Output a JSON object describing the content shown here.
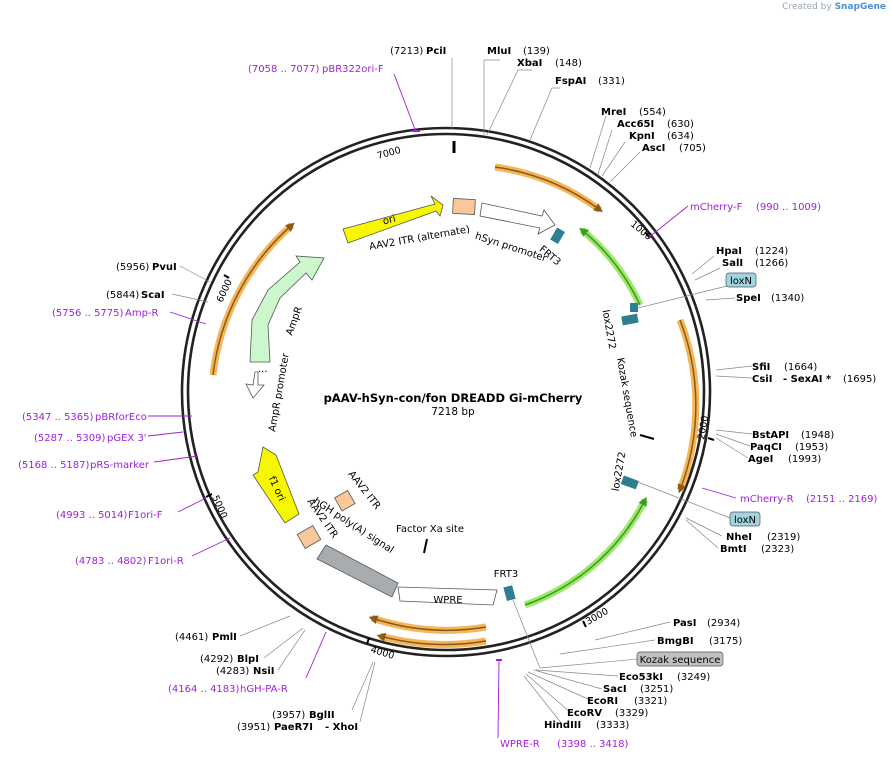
{
  "credit": {
    "prefix": "Created by",
    "brand": "SnapGene"
  },
  "plasmid": {
    "name": "pAAV-hSyn-con/fon DREADD Gi-mCherry",
    "size_label": "7218 bp"
  },
  "ticks": [
    "1000",
    "2000",
    "3000",
    "4000",
    "5000",
    "6000",
    "7000"
  ],
  "enzymes": [
    {
      "pos": "(7213)",
      "name": "PciI"
    },
    {
      "pos": "(139)",
      "name": "MluI"
    },
    {
      "pos": "(148)",
      "name": "XbaI"
    },
    {
      "pos": "(331)",
      "name": "FspAI"
    },
    {
      "pos": "(554)",
      "name": "MreI"
    },
    {
      "pos": "(630)",
      "name": "Acc65I"
    },
    {
      "pos": "(634)",
      "name": "KpnI"
    },
    {
      "pos": "(705)",
      "name": "AscI"
    },
    {
      "pos": "(1224)",
      "name": "HpaI"
    },
    {
      "pos": "(1266)",
      "name": "SalI"
    },
    {
      "pos": "(1340)",
      "name": "SpeI"
    },
    {
      "pos": "(1664)",
      "name": "SfiI"
    },
    {
      "pos": "(1695)",
      "name": "CsiI",
      "extra": "- SexAI *"
    },
    {
      "pos": "(1948)",
      "name": "BstAPI"
    },
    {
      "pos": "(1953)",
      "name": "PaqCI"
    },
    {
      "pos": "(1993)",
      "name": "AgeI"
    },
    {
      "pos": "(2319)",
      "name": "NheI"
    },
    {
      "pos": "(2323)",
      "name": "BmtI"
    },
    {
      "pos": "(2934)",
      "name": "PasI"
    },
    {
      "pos": "(3175)",
      "name": "BmgBI"
    },
    {
      "pos": "(3249)",
      "name": "Eco53kI"
    },
    {
      "pos": "(3251)",
      "name": "SacI"
    },
    {
      "pos": "(3321)",
      "name": "EcoRI"
    },
    {
      "pos": "(3329)",
      "name": "EcoRV"
    },
    {
      "pos": "(3333)",
      "name": "HindIII"
    },
    {
      "pos": "(3957)",
      "name": "BglII"
    },
    {
      "pos": "(3951)",
      "name": "PaeR7I",
      "extra": "- XhoI"
    },
    {
      "pos": "(4283)",
      "name": "NsiI"
    },
    {
      "pos": "(4292)",
      "name": "BlpI"
    },
    {
      "pos": "(4461)",
      "name": "PmlI"
    },
    {
      "pos": "(5844)",
      "name": "ScaI"
    },
    {
      "pos": "(5956)",
      "name": "PvuI"
    }
  ],
  "primers": [
    {
      "range": "(7058 .. 7077)",
      "name": "pBR322ori-F"
    },
    {
      "range": "(990 .. 1009)",
      "name": "mCherry-F"
    },
    {
      "range": "(2151 .. 2169)",
      "name": "mCherry-R"
    },
    {
      "range": "(3398 .. 3418)",
      "name": "WPRE-R"
    },
    {
      "range": "(4164 .. 4183)",
      "name": "hGH-PA-R"
    },
    {
      "range": "(4783 .. 4802)",
      "name": "F1ori-R"
    },
    {
      "range": "(4993 .. 5014)",
      "name": "F1ori-F"
    },
    {
      "range": "(5168 .. 5187)",
      "name": "pRS-marker"
    },
    {
      "range": "(5287 .. 5309)",
      "name": "pGEX 3'"
    },
    {
      "range": "(5347 .. 5365)",
      "name": "pBRforEco"
    },
    {
      "range": "(5756 .. 5775)",
      "name": "Amp-R"
    }
  ],
  "boxed_labels": {
    "loxn_top": "loxN",
    "loxn_bottom": "loxN",
    "kozak": "Kozak sequence"
  },
  "features": {
    "ori": "ori",
    "aav_itr_alt": "AAV2 ITR (alternate)",
    "hsyn": "hSyn promoter",
    "frt3_top": "FRT3",
    "lox2272_top": "lox2272",
    "kozak": "Kozak sequence",
    "lox2272_bottom": "lox2272",
    "frt3_bottom": "FRT3",
    "wpre": "WPRE",
    "factor_xa": "Factor Xa site",
    "hgh_polya": "hGH poly(A) signal",
    "aav_itr_1": "AAV2 ITR",
    "aav_itr_2": "AAV2 ITR",
    "f1_ori": "f1 ori",
    "ampr_promoter": "AmpR promoter",
    "ampr": "AmpR",
    "ampr_dots": "..."
  },
  "colors": {
    "ori": "#f7f700",
    "f1_ori": "#f7f700",
    "ampr": "#ccf7cc",
    "itr": "#f9c89a",
    "polya": "#a8acb0",
    "frt": "#2d7f8f",
    "orange_arc": "#f5b65a",
    "green_arc": "#9de86a",
    "enzyme_box": "#9fd4e0",
    "kozak_box": "#c0c0c0",
    "primer": "#a020d8"
  }
}
